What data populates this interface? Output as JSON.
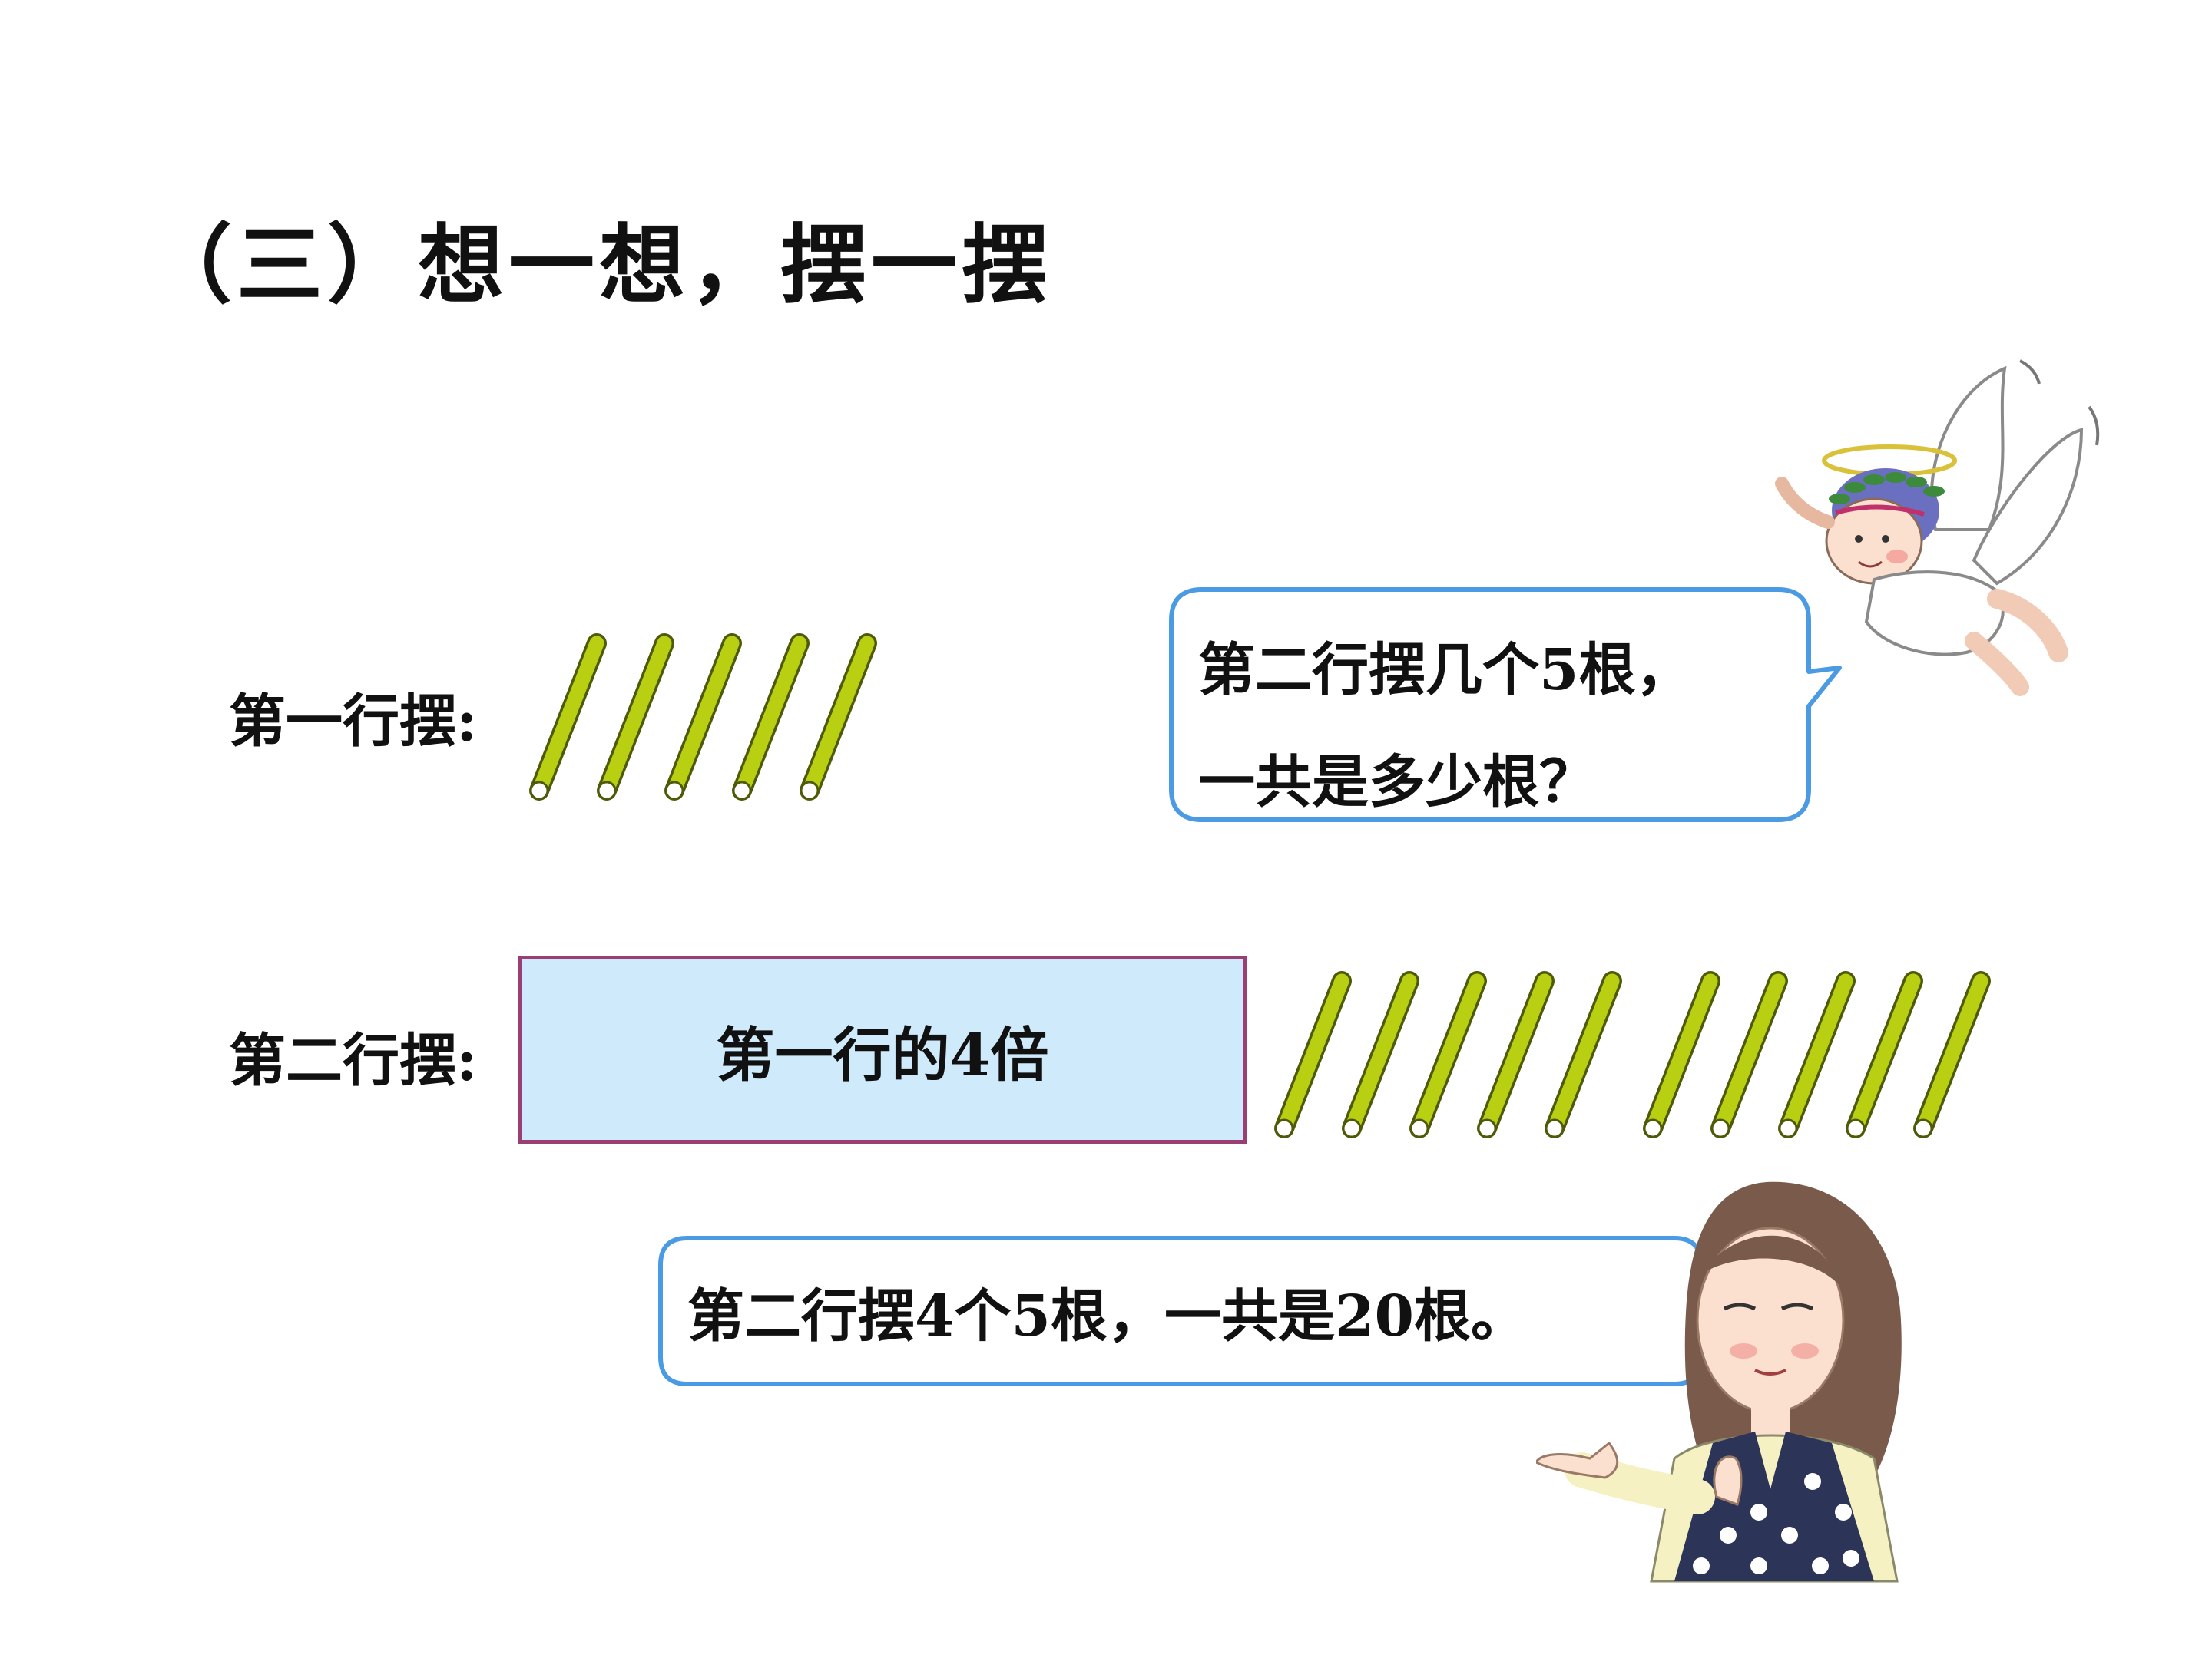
{
  "title": "（三）想一想，摆一摆",
  "rows": {
    "row1": {
      "label": "第一行摆:",
      "stick_count": 5
    },
    "row2": {
      "label": "第二行摆:",
      "box_label": "第一行的4倍",
      "stick_count": 10
    }
  },
  "bubbles": {
    "angel": {
      "line1": "第二行摆几个5根，",
      "line2": "一共是多少根？"
    },
    "girl": {
      "text": "第二行摆4个5根，一共是20根。"
    }
  },
  "colors": {
    "stick": "#b9cf12",
    "stick_outline": "#4f5a08",
    "box_fill": "#cfebfb",
    "box_border": "#9a3f73",
    "bubble_border": "#4a9be3"
  },
  "icons": {
    "angel": "angel-illustration",
    "girl": "teacher-illustration"
  }
}
